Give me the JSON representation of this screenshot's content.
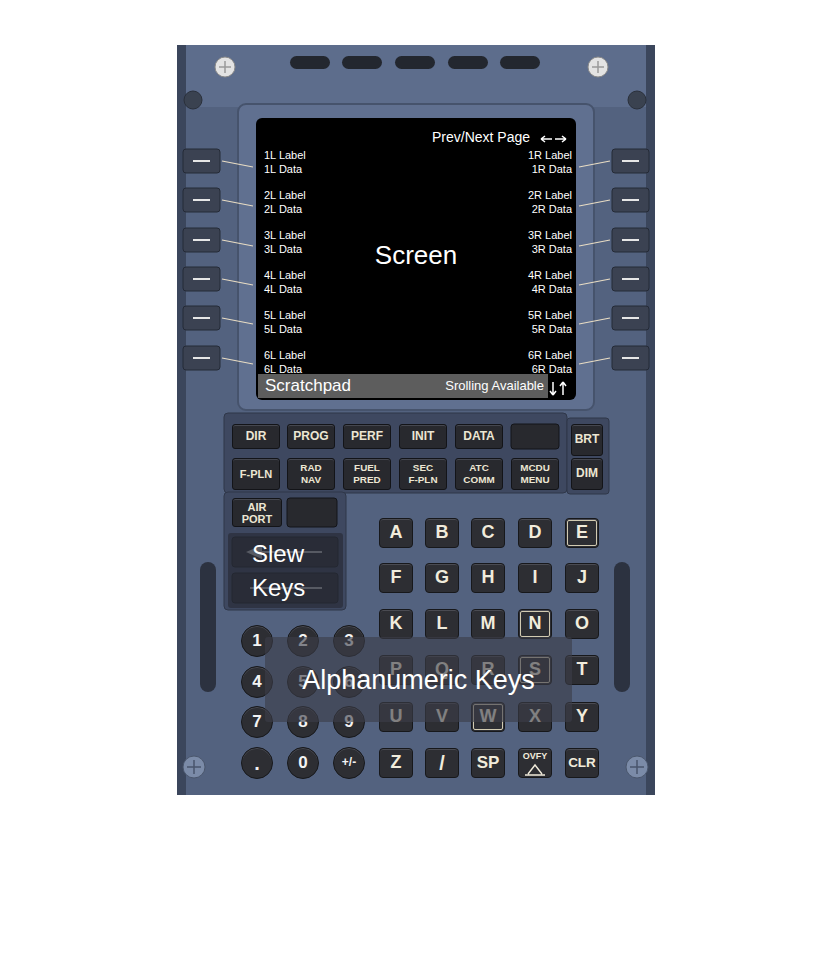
{
  "diagram": {
    "nodes": [
      {
        "text": [
          "Screen"
        ]
      },
      {
        "text": [
          "Scratchpad",
          "Srolling Available"
        ],
        "in": 0
      },
      {
        "text": [
          "DIR"
        ]
      },
      {
        "text": [
          "PROG"
        ]
      },
      {
        "text": [
          "PERF"
        ]
      },
      {
        "text": [
          "INIT"
        ]
      },
      {
        "text": [
          "DATA"
        ]
      },
      {
        "text": [
          "BRT"
        ]
      },
      {
        "text": [
          "F-PLN"
        ]
      },
      {
        "text": [
          "RAD NAV"
        ]
      },
      {
        "text": [
          "FUEL PRED"
        ]
      },
      {
        "text": [
          "SEC F-PLN"
        ]
      },
      {
        "text": [
          "ATC COMM"
        ]
      },
      {
        "text": [
          "MCDU MENU"
        ]
      },
      {
        "text": [
          "DIM"
        ]
      },
      {
        "text": [
          "AIR PORT"
        ]
      },
      {
        "text": [
          "Slew Keys"
        ]
      },
      {
        "text": [
          "A"
        ]
      },
      {
        "text": [
          "B"
        ]
      },
      {
        "text": [
          "C"
        ]
      },
      {
        "text": [
          "D"
        ]
      },
      {
        "text": [
          "E"
        ]
      },
      {
        "text": [
          "F"
        ]
      },
      {
        "text": [
          "G"
        ]
      },
      {
        "text": [
          "H"
        ]
      },
      {
        "text": [
          "I"
        ]
      },
      {
        "text": [
          "J"
        ]
      },
      {
        "text": [
          "K"
        ]
      },
      {
        "text": [
          "L"
        ]
      },
      {
        "text": [
          "M"
        ]
      },
      {
        "text": [
          "N"
        ]
      },
      {
        "text": [
          "O"
        ]
      },
      {
        "text": [
          "P"
        ]
      },
      {
        "text": [
          "Q"
        ]
      },
      {
        "text": [
          "R"
        ]
      },
      {
        "text": [
          "S"
        ]
      },
      {
        "text": [
          "T"
        ]
      },
      {
        "text": [
          "U"
        ]
      },
      {
        "text": [
          "V"
        ]
      },
      {
        "text": [
          "W"
        ]
      },
      {
        "text": [
          "X"
        ]
      },
      {
        "text": [
          "Y"
        ]
      },
      {
        "text": [
          "Z"
        ]
      },
      {
        "text": [
          "/"
        ]
      },
      {
        "text": [
          "SP"
        ]
      },
      {
        "text": [
          "OVFY"
        ]
      },
      {
        "text": [
          "CLR"
        ]
      },
      {
        "text": [
          "1"
        ]
      },
      {
        "text": [
          "2"
        ]
      },
      {
        "text": [
          "3"
        ]
      },
      {
        "text": [
          "4"
        ]
      },
      {
        "text": [
          "5"
        ]
      },
      {
        "text": [
          "6"
        ]
      },
      {
        "text": [
          "7"
        ]
      },
      {
        "text": [
          "8"
        ]
      },
      {
        "text": [
          "9"
        ]
      },
      {
        "text": [
          "."
        ]
      },
      {
        "text": [
          "0"
        ]
      },
      {
        "text": [
          "+/-"
        ]
      },
      {
        "text": [
          "Alphanumeric Keys"
        ]
      }
    ],
    "labels": [
      "Prev/Next Page",
      "1L Label",
      "1L Data",
      "1R Label",
      "1R Data",
      "2L Label",
      "2L Data",
      "2R Label",
      "2R Data",
      "3L Label",
      "3L Data",
      "3R Label",
      "3R Data",
      "4L Label",
      "4L Data",
      "4R Label",
      "4R Data",
      "5L Label",
      "5L Data",
      "5R Label",
      "5R Data",
      "6L Label",
      "6L Data",
      "6R Label",
      "6R Data"
    ]
  }
}
